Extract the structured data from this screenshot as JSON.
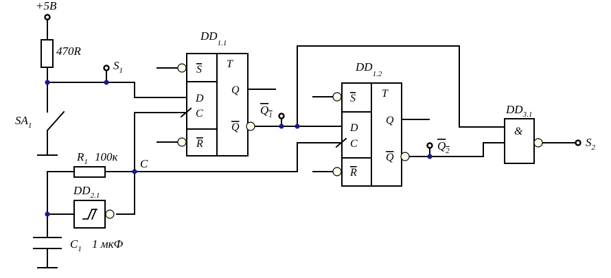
{
  "supply": {
    "v_text": "+5В"
  },
  "resistor_top": {
    "value": "470R"
  },
  "switch": {
    "name": "SA",
    "sub": "1"
  },
  "s1": {
    "name": "S",
    "sub": "1"
  },
  "s2": {
    "name": "S",
    "sub": "2"
  },
  "r1": {
    "name": "R",
    "sub": "1",
    "value": "100к"
  },
  "node_c": {
    "label": "C"
  },
  "c1": {
    "name": "C",
    "sub": "1",
    "value": "1 мкФ"
  },
  "dd11": {
    "name": "DD",
    "sub": "1.1",
    "t": "T",
    "s": "S",
    "d": "D",
    "c": "C",
    "r": "R",
    "q": "Q",
    "qbar": "Q"
  },
  "dd12": {
    "name": "DD",
    "sub": "1.2",
    "t": "T",
    "s": "S",
    "d": "D",
    "c": "C",
    "r": "R",
    "q": "Q",
    "qbar": "Q"
  },
  "dd21": {
    "name": "DD",
    "sub": "2.1"
  },
  "dd31": {
    "name": "DD",
    "sub": "3.1",
    "op": "&"
  },
  "q1": {
    "name": "Q",
    "sub": "1"
  },
  "q2": {
    "name": "Q",
    "sub": "2"
  }
}
